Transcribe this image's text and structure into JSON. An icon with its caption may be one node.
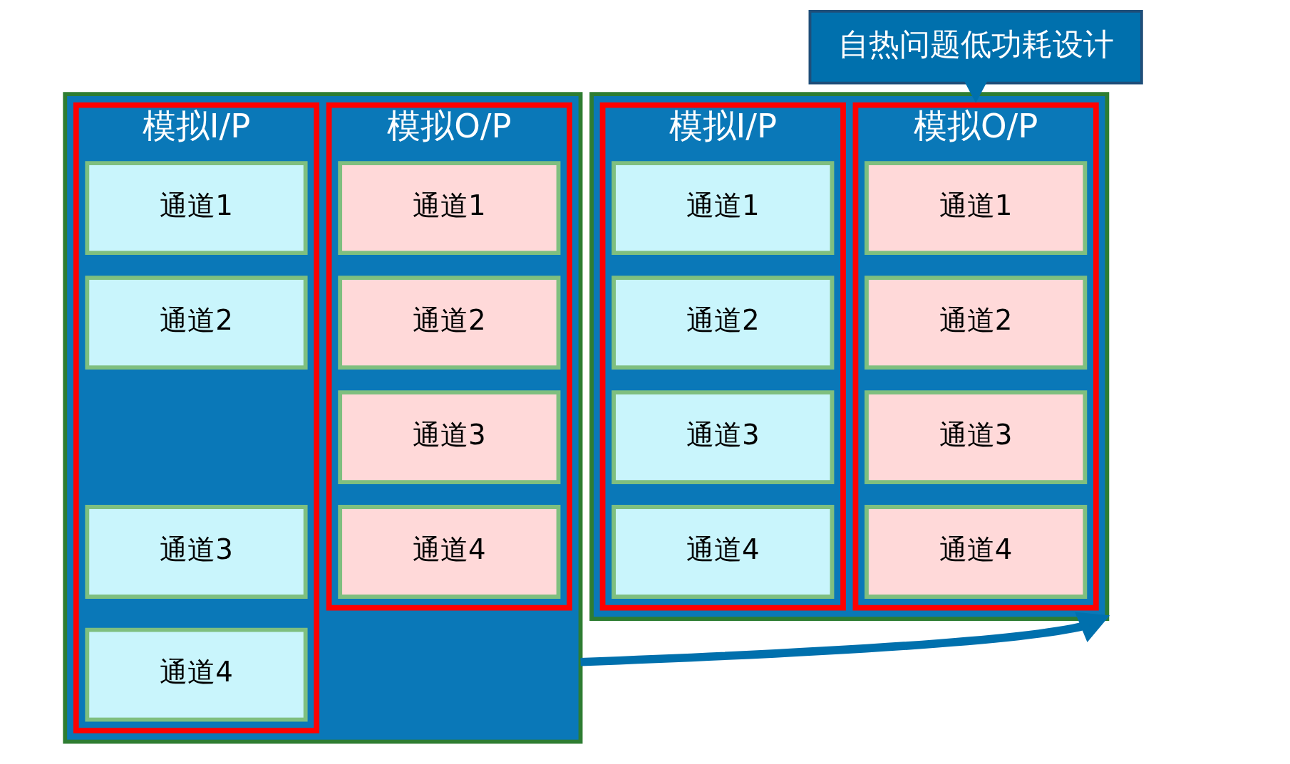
{
  "diagram": {
    "nodes": [
      {
        "text": [],
        "shape": "box"
      },
      {
        "text": [
          "模拟O/P"
        ],
        "in": 0
      },
      {
        "text": [
          "通道1"
        ],
        "in": 1
      },
      {
        "text": [
          "通道2"
        ],
        "in": 1
      },
      {
        "text": [
          "通道3"
        ],
        "in": 1
      },
      {
        "text": [
          "通道4"
        ],
        "in": 1
      },
      {
        "text": [
          "模拟I/P"
        ],
        "in": 0
      },
      {
        "text": [
          "通道1"
        ],
        "in": 6
      },
      {
        "text": [
          "通道2"
        ],
        "in": 6
      },
      {
        "text": [
          "通道3"
        ],
        "in": 6
      },
      {
        "text": [
          "通道4"
        ],
        "in": 6
      },
      {
        "text": [],
        "shape": "box"
      },
      {
        "text": [
          "模拟O/P"
        ],
        "in": 11
      },
      {
        "text": [
          "通道1"
        ],
        "in": 12
      },
      {
        "text": [
          "通道2"
        ],
        "in": 12
      },
      {
        "text": [
          "通道3"
        ],
        "in": 12
      },
      {
        "text": [
          "通道4"
        ],
        "in": 12
      },
      {
        "text": [
          "模拟I/P"
        ],
        "in": 11
      },
      {
        "text": [
          "通道1"
        ],
        "in": 17
      },
      {
        "text": [
          "通道2"
        ],
        "in": 17
      },
      {
        "text": [
          "通道3"
        ],
        "in": 17
      },
      {
        "text": [
          "通道4"
        ],
        "in": 17
      },
      {
        "text": [
          "自热问题低功耗设计"
        ]
      }
    ],
    "edges": [
      {
        "from": 0,
        "to": 11,
        "arrow": "to"
      },
      {
        "from": 22,
        "to": 11,
        "arrow": "to"
      }
    ]
  }
}
